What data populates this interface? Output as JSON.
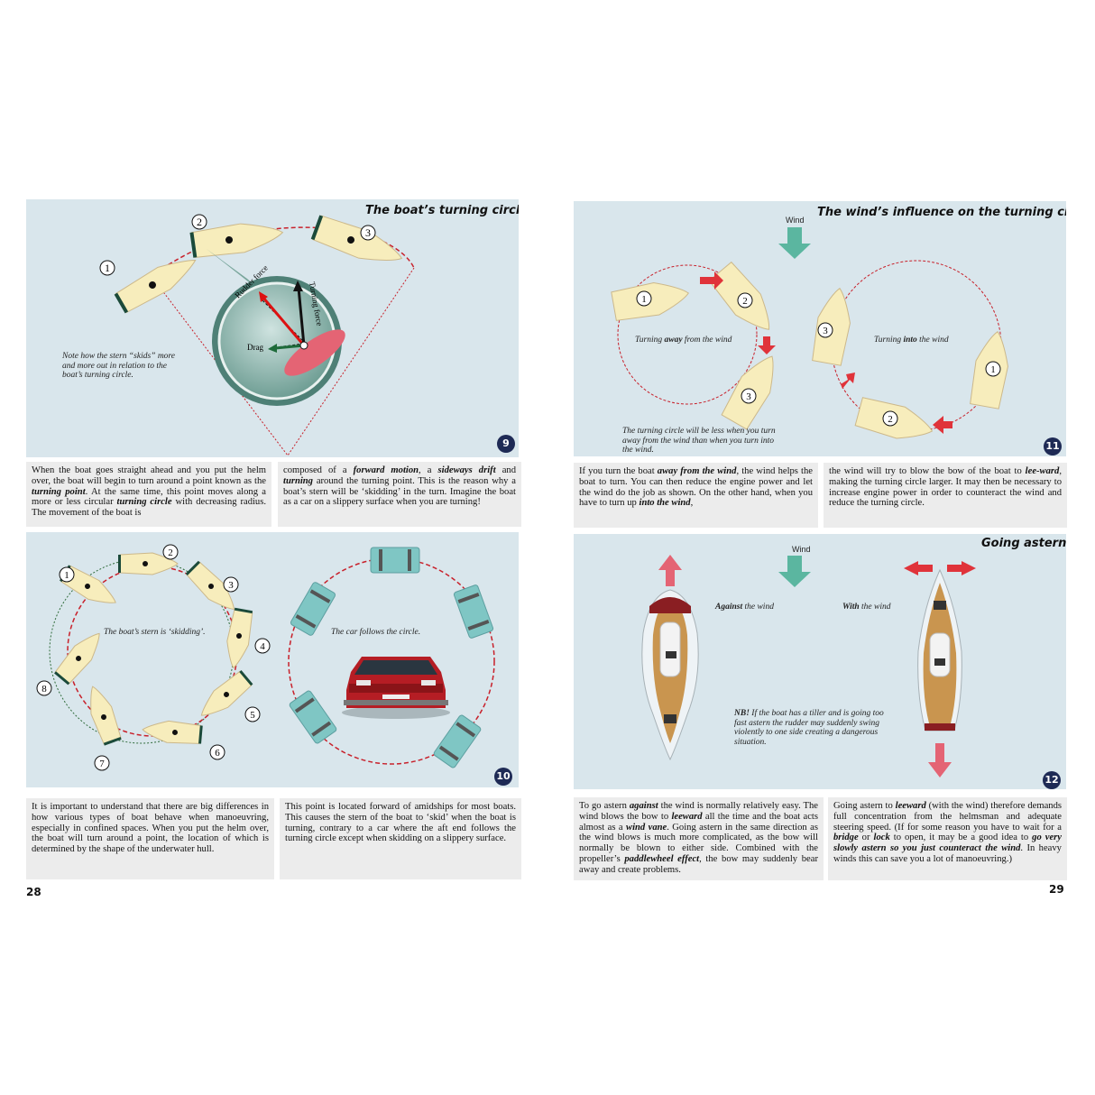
{
  "pages": {
    "left": "28",
    "right": "29"
  },
  "fig9": {
    "title": "The boat’s turning circle",
    "number": "9",
    "note": "Note how the stern “skids” more and more out in relation to the boat’s turning circle.",
    "labels": {
      "rudder": "Rudder force",
      "turning": "Turning force",
      "drag": "Drag",
      "n1": "1",
      "n2": "2",
      "n3": "3"
    }
  },
  "fig9_text": {
    "col1": {
      "a": "When the boat goes straight ahead and you put the helm over, the boat will begin to turn around a point known as the ",
      "b": "turning point",
      "c": ". At the same time, this point moves along a more or less circular ",
      "d": "turning circle",
      "e": " with decreasing radius. The movement of the boat is"
    },
    "col2": {
      "a": "composed of a ",
      "b": "forward motion",
      "c": ", a ",
      "d": "sideways drift",
      "e": " and ",
      "f": "turning",
      "g": " around the turning point. This is the reason why a boat’s stern will be ‘skidding’ in the turn. Imagine the boat as a car on a slippery surface when you are turning!"
    }
  },
  "fig10": {
    "number": "10",
    "caption_boat": "The boat’s stern is ‘skidding’.",
    "caption_car": "The car follows the circle.",
    "numbers": [
      "1",
      "2",
      "3",
      "4",
      "5",
      "6",
      "7",
      "8"
    ]
  },
  "fig10_text": {
    "col1": "It is important to understand that there are big differences in how various types of boat behave when manoeuvring, especially in confined spaces. When you put the helm over, the boat will turn around a point, the location of which is determined by the shape of the underwater hull.",
    "col2": "This point is located forward of amidships for most boats. This causes the stern of the boat to ‘skid’ when the boat is turning, contrary to a car where the aft end follows the turning circle except when skidding on a slippery surface."
  },
  "fig11": {
    "title": "The wind’s influence on the turning circle",
    "number": "11",
    "wind": "Wind",
    "away": {
      "a": "Turning ",
      "b": "away",
      "c": " from the wind"
    },
    "into": {
      "a": "Turning ",
      "b": "into",
      "c": " the wind"
    },
    "note": "The turning circle will be less when you turn away from the wind than when you turn into the wind.",
    "n": [
      "1",
      "2",
      "3"
    ]
  },
  "fig11_text": {
    "col1": {
      "a": "If you turn the boat ",
      "b": "away from the wind",
      "c": ", the wind helps the boat to turn. You can then reduce the engine power and let the wind do the job as shown. On the other hand, when you have to turn up ",
      "d": "into the wind",
      "e": ","
    },
    "col2": {
      "a": "the wind will try to blow the bow of the boat to ",
      "b": "lee-ward",
      "c": ", making the turning circle larger. It may then be necessary to increase engine power in order to counteract the wind and reduce the turning circle."
    }
  },
  "fig12": {
    "title": "Going astern",
    "number": "12",
    "wind": "Wind",
    "against": {
      "b": "Against",
      "c": " the wind"
    },
    "with": {
      "b": "With",
      "c": " the wind"
    },
    "nb": {
      "b": "NB!",
      "c": " If the boat has a tiller and is going too fast astern the rudder may suddenly swing violently to one side creating a dangerous situation."
    }
  },
  "fig12_text": {
    "col1": {
      "a": "To go astern ",
      "b": "against",
      "c": " the wind is normally relatively easy. The wind blows the bow to ",
      "d": "leeward",
      "e": " all the time and the boat acts almost as a ",
      "f": "wind vane",
      "g": ". Going astern in the same direction as the wind blows is much more complicated, as the bow will normally be blown to either side. Combined with the propeller’s ",
      "h": "paddlewheel effect",
      "i": ", the bow may suddenly bear away and create problems."
    },
    "col2": {
      "a": "Going astern to ",
      "b": "leeward",
      "c": " (with the wind) therefore demands full concentration from the helmsman and adequate steering speed. (If for some reason you have to wait for a ",
      "d": "bridge",
      "e": " or ",
      "f": "lock",
      "g": " to open, it may be a good idea to ",
      "h": "go very slowly astern so you just counteract the wind",
      "i": ". In heavy winds this can save you a lot of manoeuvring.)"
    }
  },
  "colors": {
    "panel": "#d9e6ec",
    "hull": "#f7edbc",
    "route": "#c8202a",
    "windArrow": "#5bb6a0",
    "numberBadge": "#1e2a55"
  }
}
